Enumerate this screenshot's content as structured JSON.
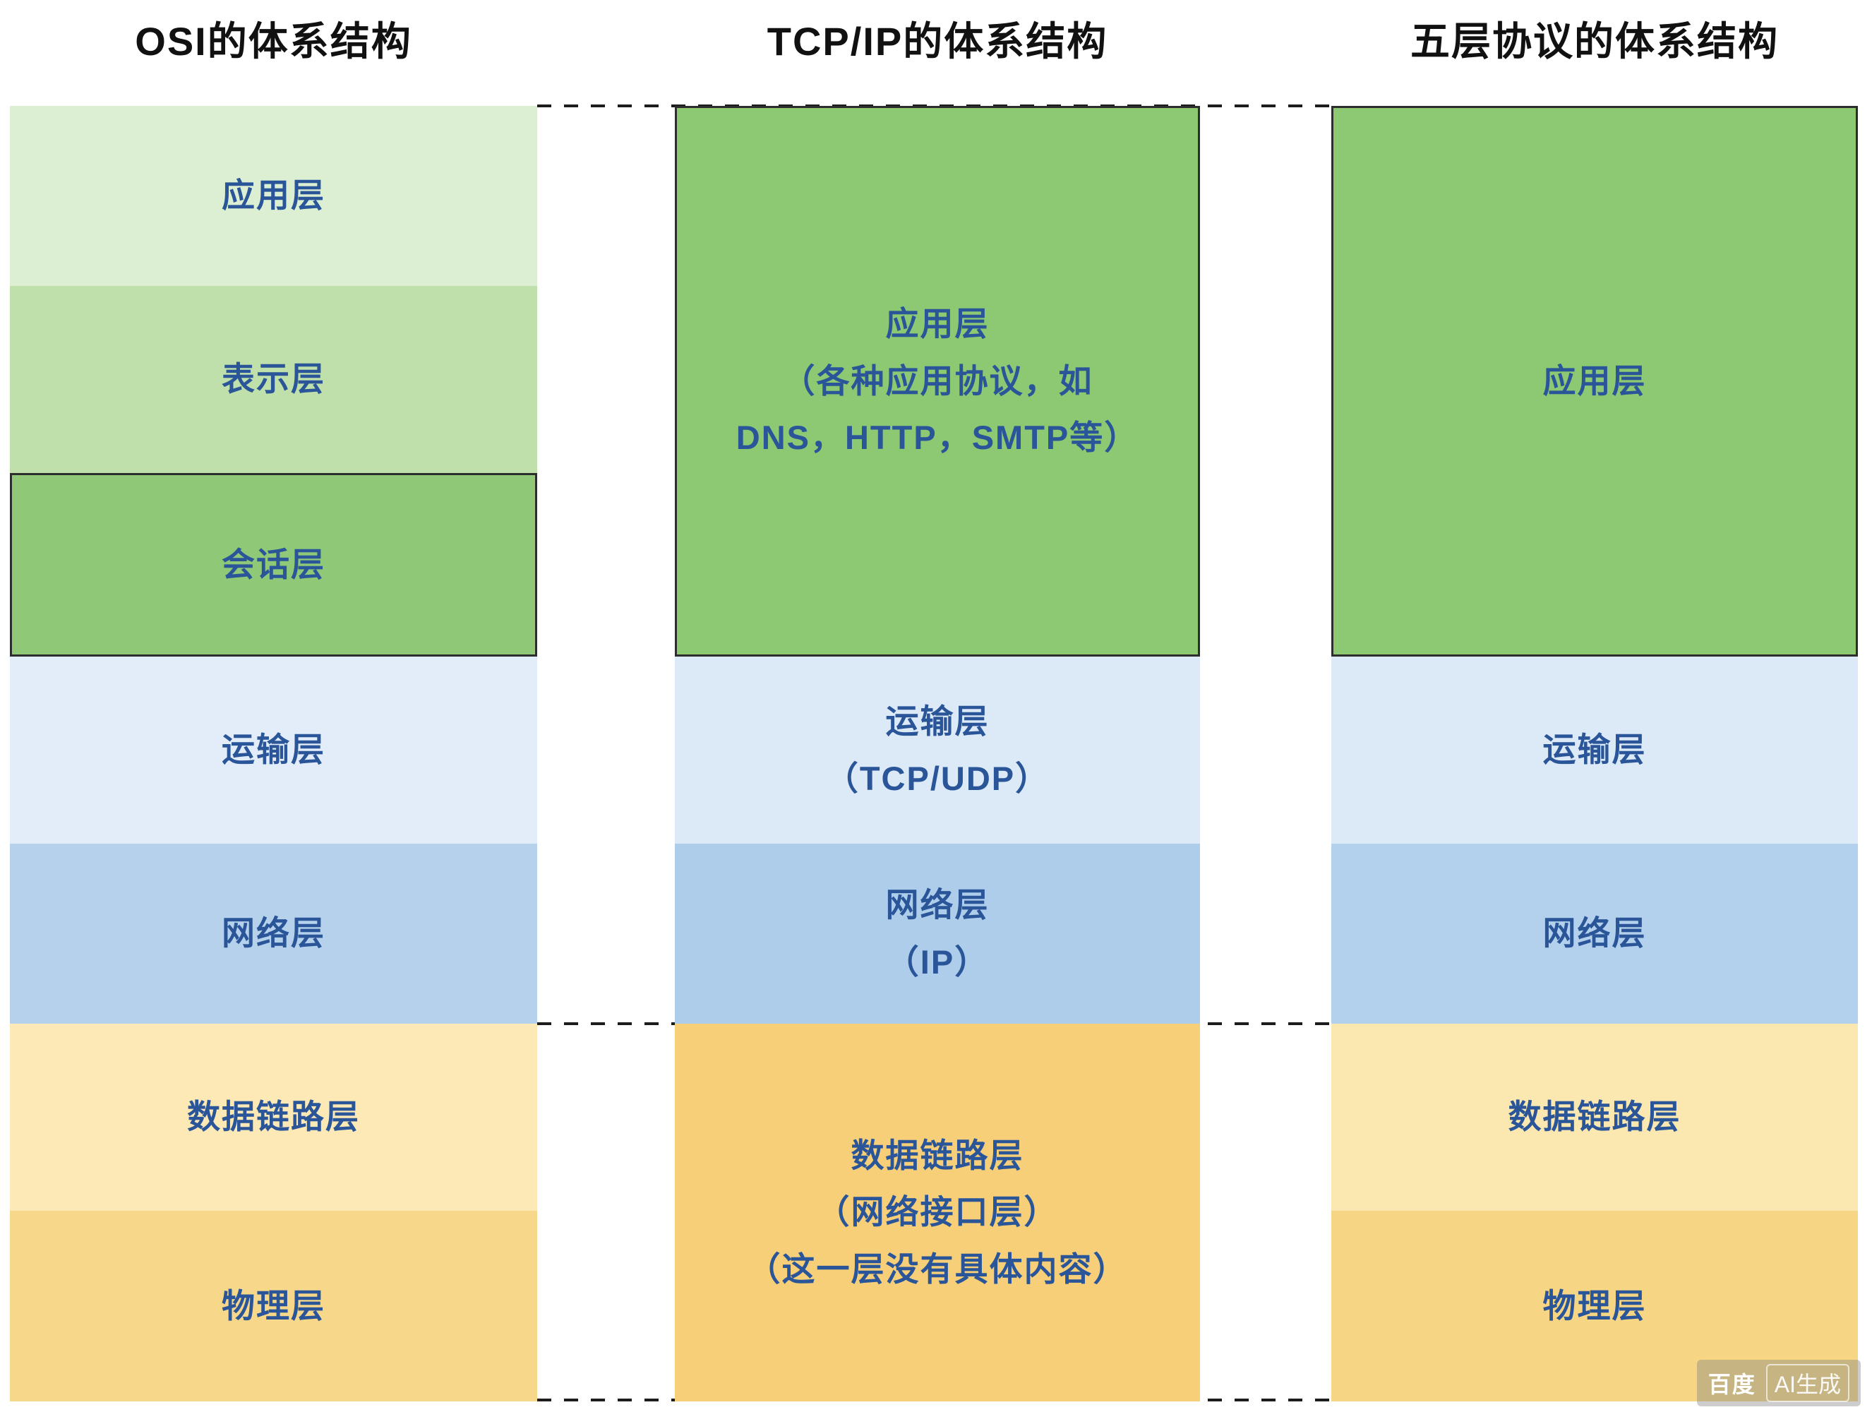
{
  "titles": {
    "osi": "OSI的体系结构",
    "tcpip": "TCP/IP的体系结构",
    "five": "五层协议的体系结构"
  },
  "columns": {
    "osi": {
      "layers": [
        {
          "name": "application",
          "lines": [
            "应用层"
          ],
          "color": "#ddefd2"
        },
        {
          "name": "presentation",
          "lines": [
            "表示层"
          ],
          "color": "#bfe0aa"
        },
        {
          "name": "session",
          "lines": [
            "会话层"
          ],
          "color": "#8fc877"
        },
        {
          "name": "transport",
          "lines": [
            "运输层"
          ],
          "color": "#e2edf9"
        },
        {
          "name": "network",
          "lines": [
            "网络层"
          ],
          "color": "#b5d1ec"
        },
        {
          "name": "datalink",
          "lines": [
            "数据链路层"
          ],
          "color": "#fce9b6"
        },
        {
          "name": "physical",
          "lines": [
            "物理层"
          ],
          "color": "#f7d88b"
        }
      ]
    },
    "tcpip": {
      "layers": [
        {
          "name": "application",
          "lines": [
            "应用层",
            "（各种应用协议，如",
            "DNS，HTTP，SMTP等）"
          ],
          "color": "#8dc873"
        },
        {
          "name": "transport",
          "lines": [
            "运输层",
            "（TCP/UDP）"
          ],
          "color": "#dce9f7"
        },
        {
          "name": "network",
          "lines": [
            "网络层",
            "（IP）"
          ],
          "color": "#aecdeb"
        },
        {
          "name": "datalink",
          "lines": [
            "数据链路层",
            "（网络接口层）",
            "（这一层没有具体内容）"
          ],
          "color": "#f6cf78"
        }
      ]
    },
    "five": {
      "layers": [
        {
          "name": "application",
          "lines": [
            "应用层"
          ],
          "color": "#8dc873"
        },
        {
          "name": "transport",
          "lines": [
            "运输层"
          ],
          "color": "#dce9f7"
        },
        {
          "name": "network",
          "lines": [
            "网络层"
          ],
          "color": "#b3d0ec"
        },
        {
          "name": "datalink",
          "lines": [
            "数据链路层"
          ],
          "color": "#fbe7b0"
        },
        {
          "name": "physical",
          "lines": [
            "物理层"
          ],
          "color": "#f6d584"
        }
      ]
    }
  },
  "colors": {
    "label_text": "#2a5598",
    "title_text": "#111111",
    "dash": "#1c1c1c",
    "border": "#2d2d2d"
  },
  "watermark": {
    "brand": "百度",
    "tag": "AI生成"
  }
}
